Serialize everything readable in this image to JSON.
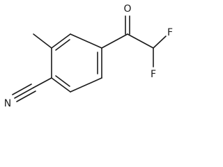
{
  "molecule": {
    "atoms": {
      "oxygen": "O",
      "fluorine_top": "F",
      "fluorine_bottom": "F",
      "nitrogen": "N"
    }
  }
}
